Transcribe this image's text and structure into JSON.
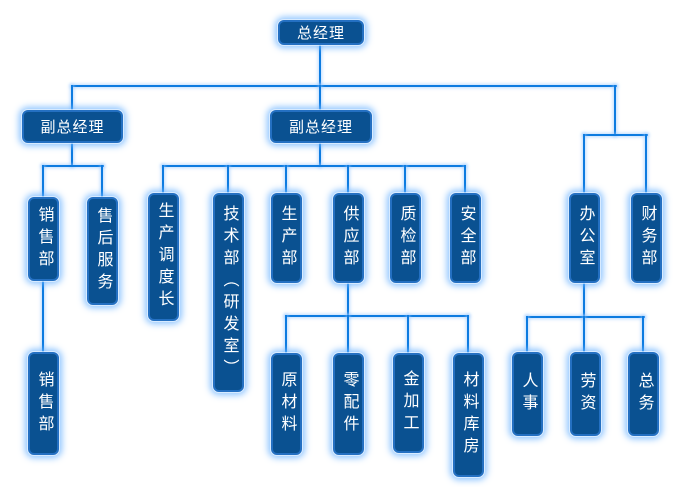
{
  "diagram": {
    "type": "organization-chart",
    "background_color": "#ffffff",
    "node_fill_color": "#0a5191",
    "node_border_color": "#2470c2",
    "connector_color": "#0d7be0",
    "text_color": "#ffffff"
  },
  "nodes": {
    "general_manager": {
      "label": "总经理"
    },
    "deputy_gm_left": {
      "label": "副总经理"
    },
    "deputy_gm_mid": {
      "label": "副总经理"
    },
    "sales_dept": {
      "label": "销售部"
    },
    "after_sales_service": {
      "label": "售后服务"
    },
    "sales_dept_sub": {
      "label": "销售部"
    },
    "production_dispatch_chief": {
      "label": "生产调度长"
    },
    "tech_dept_rd_room": {
      "label": "技术部（研发室）"
    },
    "production_dept": {
      "label": "生产部"
    },
    "supply_dept": {
      "label": "供应部"
    },
    "quality_inspection_dept": {
      "label": "质检部"
    },
    "safety_dept": {
      "label": "安全部"
    },
    "raw_materials": {
      "label": "原材料"
    },
    "spare_parts": {
      "label": "零配件"
    },
    "metal_processing": {
      "label": "金加工"
    },
    "materials_warehouse": {
      "label": "材料库房"
    },
    "office": {
      "label": "办公室"
    },
    "finance_dept": {
      "label": "财务部"
    },
    "personnel": {
      "label": "人事"
    },
    "labor_wages": {
      "label": "劳资"
    },
    "general_affairs": {
      "label": "总务"
    }
  },
  "structure": {
    "general_manager": [
      "deputy_gm_left",
      "deputy_gm_mid",
      "office",
      "finance_dept"
    ],
    "deputy_gm_left": [
      "sales_dept",
      "after_sales_service"
    ],
    "sales_dept": [
      "sales_dept_sub"
    ],
    "deputy_gm_mid": [
      "production_dispatch_chief",
      "tech_dept_rd_room",
      "production_dept",
      "supply_dept",
      "quality_inspection_dept",
      "safety_dept"
    ],
    "supply_dept": [
      "raw_materials",
      "spare_parts",
      "metal_processing",
      "materials_warehouse"
    ],
    "office": [
      "personnel",
      "labor_wages",
      "general_affairs"
    ]
  }
}
